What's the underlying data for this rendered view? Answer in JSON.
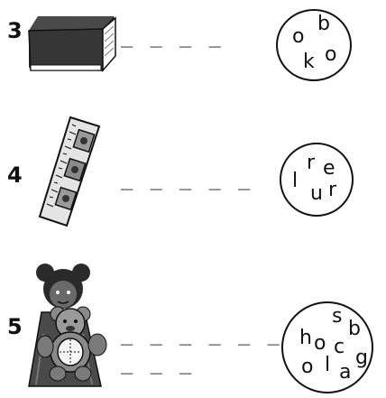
{
  "items": [
    {
      "number": "3",
      "picture_icon": "book-icon",
      "blanks": "_ _ _ _",
      "letters": [
        "o",
        "b",
        "o",
        "k"
      ]
    },
    {
      "number": "4",
      "picture_icon": "ruler-icon",
      "blanks": "_ _ _ _ _",
      "letters": [
        "r",
        "e",
        "l",
        "u",
        "r"
      ]
    },
    {
      "number": "5",
      "picture_icon": "teddy-doll-icon",
      "blanks": "_ _ _ _ _ _",
      "blanks_line2": "_ _ _",
      "letters": [
        "s",
        "h",
        "o",
        "b",
        "c",
        "g",
        "o",
        "l",
        "a"
      ]
    }
  ],
  "colors": {
    "ink": "#111111",
    "book_cover": "#3a3a3a",
    "ruler": "#d9d9d9"
  }
}
